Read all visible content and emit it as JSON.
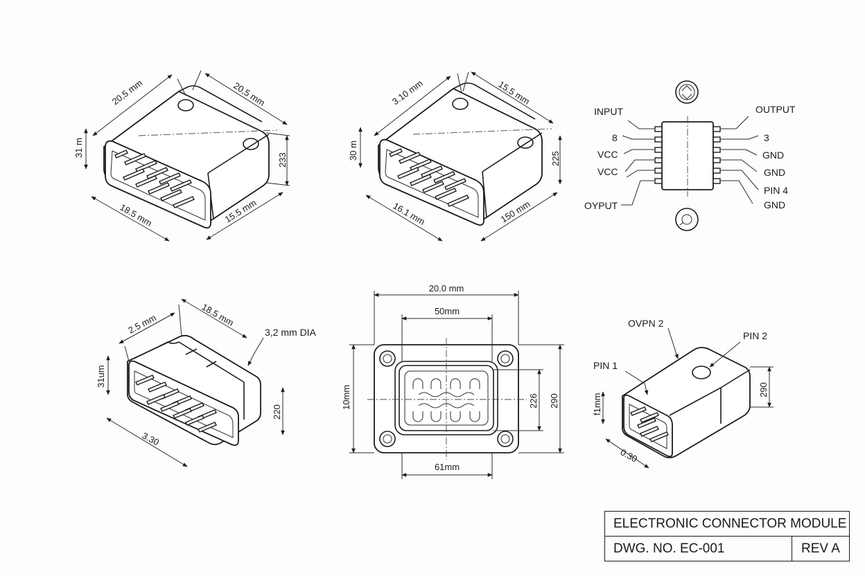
{
  "sheet": {
    "title_block": {
      "title": "ELECTRONIC CONNECTOR MODULE",
      "drawing_number": "DWG. NO. EC-001",
      "revision": "REV A"
    }
  },
  "view1": {
    "dims": {
      "top_left": "20,5 mm",
      "top_right": "20,5 mm",
      "left": "31 m",
      "right": "233",
      "bottom_left": "18.5 mm",
      "bottom_right": "15.5 mm"
    }
  },
  "view2": {
    "dims": {
      "top_left": "3.10 mm",
      "top_right": "15.5 mm",
      "left": "30 m",
      "right": "225",
      "bottom_left": "16.1 mm",
      "bottom_right": "150 mm"
    }
  },
  "pinout": {
    "left_labels": [
      "INPUT",
      "8",
      "VCC",
      "VCC",
      "OYPUT"
    ],
    "right_labels": [
      "OUTPUT",
      "3",
      "GND",
      "GND",
      "PIN 4",
      "GND"
    ]
  },
  "view3": {
    "dims": {
      "top_left": "2.5 mm",
      "top_right": "18.5 mm",
      "left": "31um",
      "right": "220",
      "bottom": "3.30",
      "callout": "3,2 mm DIA"
    }
  },
  "front_view": {
    "dims": {
      "overall_width": "20.0 mm",
      "inner_width": "50mm",
      "left": "10mm",
      "inner_height": "226",
      "overall_height": "290",
      "bottom": "61mm"
    }
  },
  "view6": {
    "dims": {
      "callout_top": "OVPN 2",
      "pin_right": "PIN 2",
      "pin_left": "PIN 1",
      "left": "f1mm",
      "right": "290",
      "bottom": "0.30"
    }
  }
}
